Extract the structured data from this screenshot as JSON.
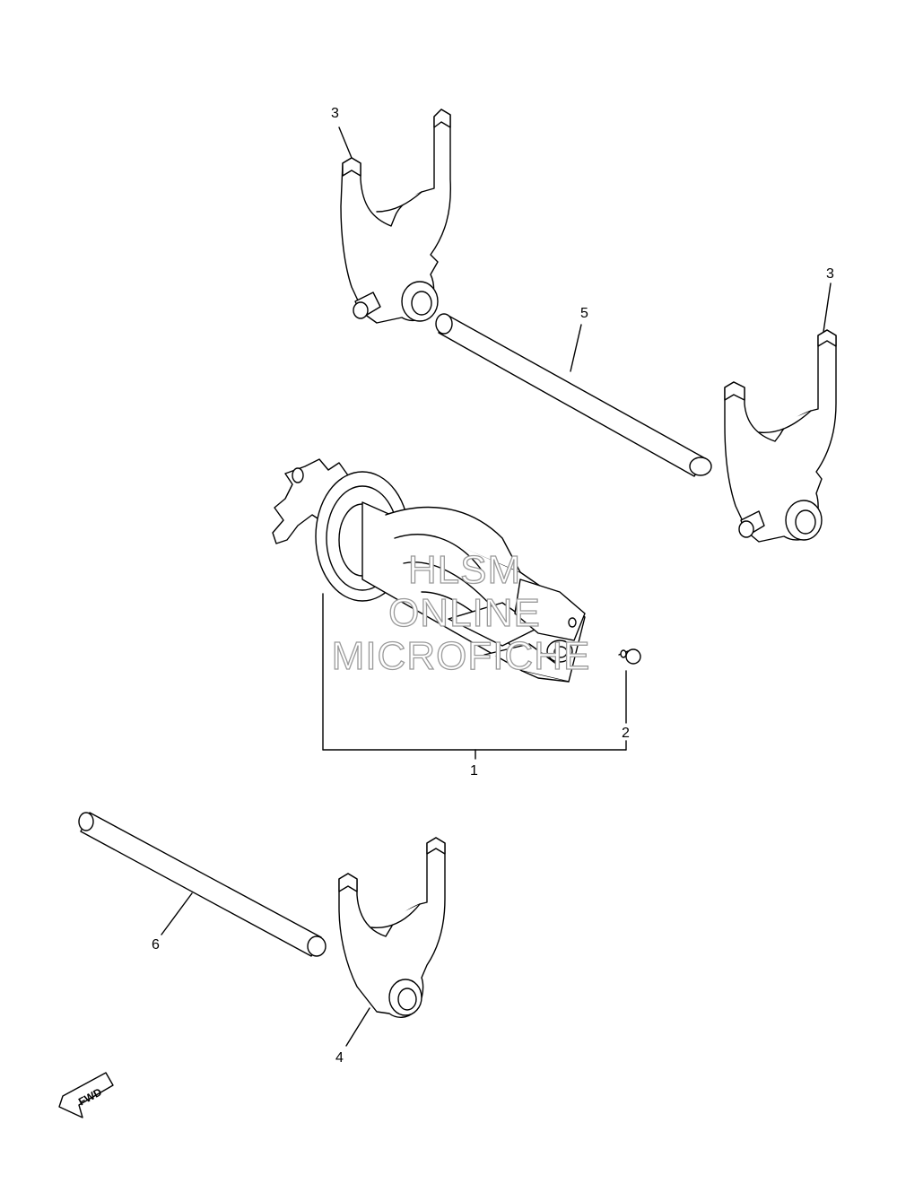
{
  "callouts": {
    "c1": "1",
    "c2": "2",
    "c3_left": "3",
    "c3_right": "3",
    "c4": "4",
    "c5": "5",
    "c6": "6"
  },
  "watermark": {
    "line1": "HLSM",
    "line2": "ONLINE",
    "line3": "MICROFICHE"
  },
  "fwd_badge": {
    "text": "FWD"
  },
  "colors": {
    "line": "#000000",
    "fill": "#ffffff",
    "watermark_stroke": "#9a9a9a"
  }
}
